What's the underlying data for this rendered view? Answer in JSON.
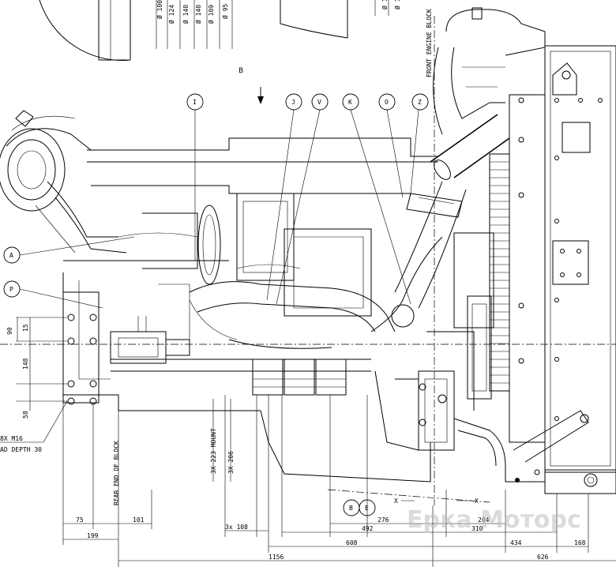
{
  "view_label": "B",
  "callouts": [
    "I",
    "J",
    "V",
    "K",
    "O",
    "Z",
    "A",
    "P"
  ],
  "section_markers": [
    "B",
    "E"
  ],
  "top_dims": [
    "Ø 100",
    "Ø 124",
    "Ø 140",
    "Ø 140",
    "Ø 109",
    "Ø 95"
  ],
  "top_dims_right": [
    "Ø 1",
    "Ø 1"
  ],
  "vertical_notes": {
    "front_engine_block": "FRONT ENGINE BLOCK",
    "rear_end_block": "REAR END OF BLOCK",
    "mount_223": "3X 223 MOUNT",
    "mount_206": "3X 206"
  },
  "left_dims": [
    "90",
    "15",
    "148",
    "58"
  ],
  "left_notes": [
    "8X M16",
    "AD DEPTH 30"
  ],
  "axis_label_x": "X",
  "bottom_dims": {
    "row1": [
      "75",
      "101"
    ],
    "row2": [
      "199"
    ],
    "row3": [
      "3x 108",
      "276",
      "204"
    ],
    "row4": [
      "492",
      "310"
    ],
    "row5": [
      "608",
      "434"
    ],
    "row6": [
      "1156",
      "626",
      "168"
    ]
  },
  "watermark": "Ерка Моторс"
}
